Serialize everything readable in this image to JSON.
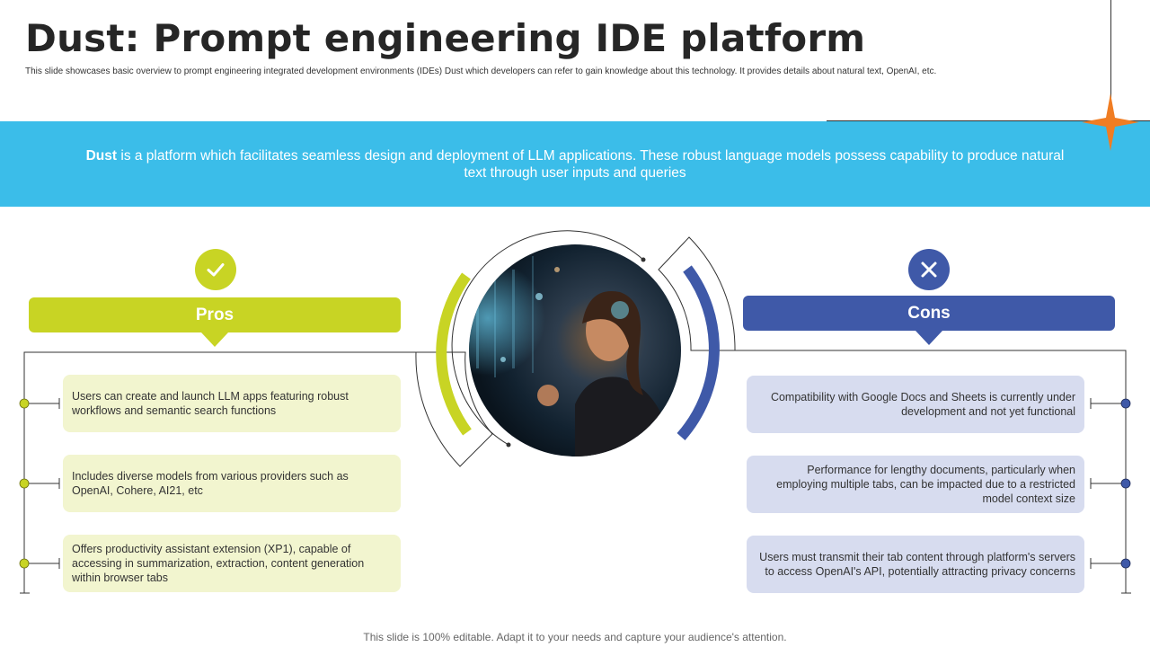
{
  "title": "Dust: Prompt engineering IDE platform",
  "subtitle": "This slide showcases basic overview to prompt engineering integrated development environments (IDEs)  Dust which developers can refer to gain knowledge about this technology. It provides details about natural text, OpenAI, etc.",
  "banner": {
    "bold": "Dust",
    "text": " is a platform which facilitates seamless design and deployment of LLM applications. These robust language models possess capability to produce natural text through  user inputs and queries"
  },
  "pros": {
    "label": "Pros",
    "icon": "check-icon",
    "color": "#c8d424",
    "items": [
      "Users can create and launch LLM apps featuring robust workflows  and semantic search functions",
      "Includes diverse models from various  providers such as OpenAI, Cohere,  AI21, etc",
      "Offers  productivity  assistant extension (XP1),  capable of accessing in summarization,  extraction,  content generation within browser tabs"
    ]
  },
  "cons": {
    "label": "Cons",
    "icon": "close-icon",
    "color": "#3f59a8",
    "items": [
      "Compatibility with Google Docs and Sheets is currently under development  and not yet functional",
      "Performance  for lengthy documents, particularly when employing multiple tabs, can be impacted due to a restricted model context size",
      "Users must transmit their tab content through platform's servers to access OpenAI's API, potentially attracting privacy concerns"
    ]
  },
  "colors": {
    "banner": "#3bbde9",
    "accent_star": "#f07d23"
  },
  "footer": "This slide is 100% editable. Adapt it to your needs and capture your audience's attention."
}
